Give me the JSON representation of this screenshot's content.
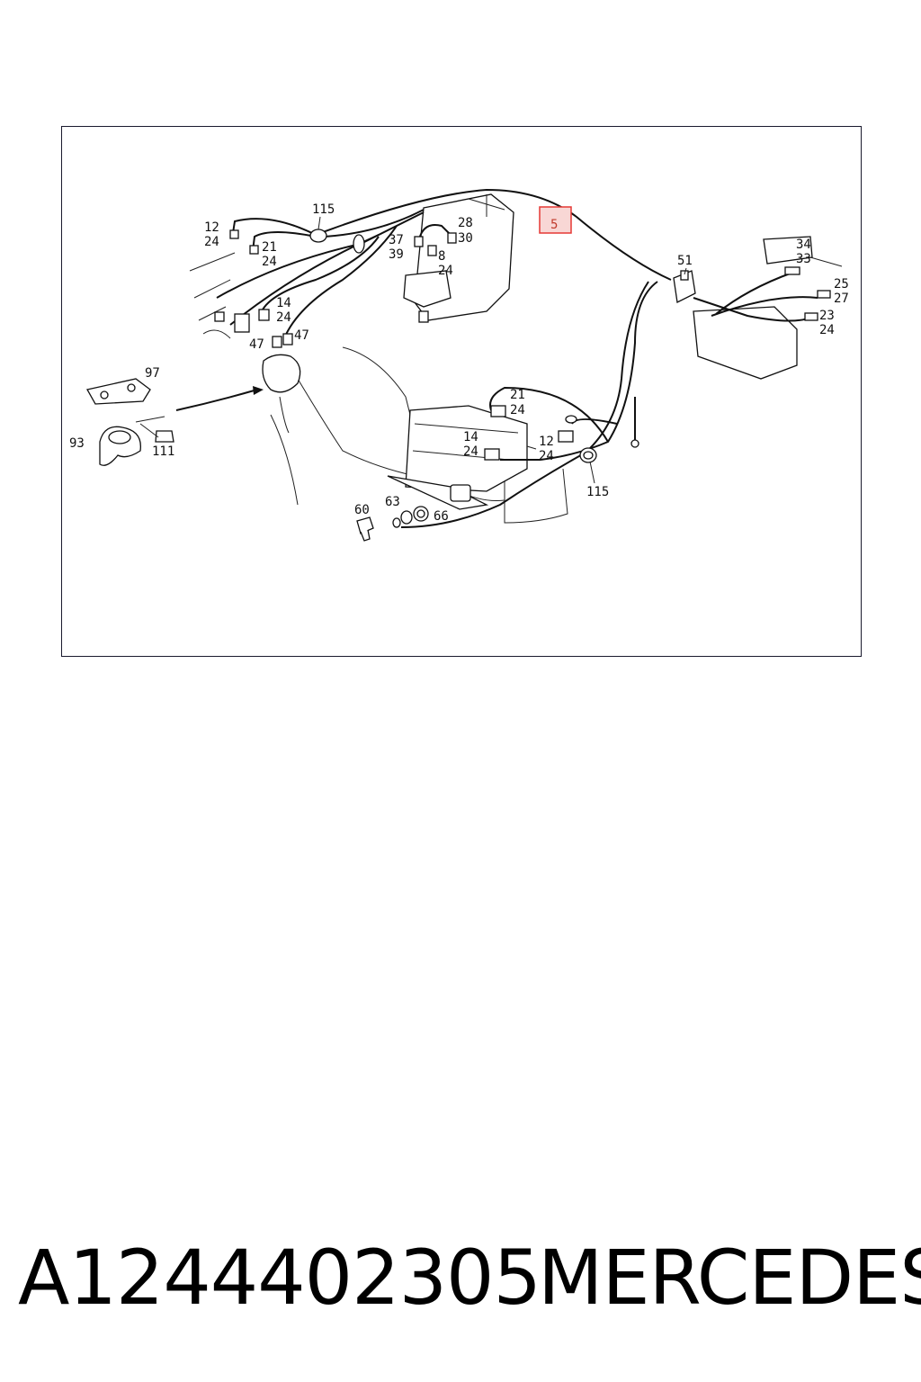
{
  "footer": {
    "part_number": "A1244402305",
    "brand": "MERCEDES"
  },
  "diagram": {
    "highlighted_callout": "5",
    "highlight_color": "#e53935",
    "callouts": [
      "115",
      "12",
      "24",
      "21",
      "24",
      "28",
      "30",
      "37",
      "39",
      "8",
      "24",
      "14",
      "24",
      "47",
      "47",
      "51",
      "34",
      "33",
      "25",
      "27",
      "23",
      "24",
      "97",
      "93",
      "111",
      "21",
      "24",
      "14",
      "24",
      "12",
      "24",
      "115",
      "60",
      "63",
      "66"
    ]
  }
}
